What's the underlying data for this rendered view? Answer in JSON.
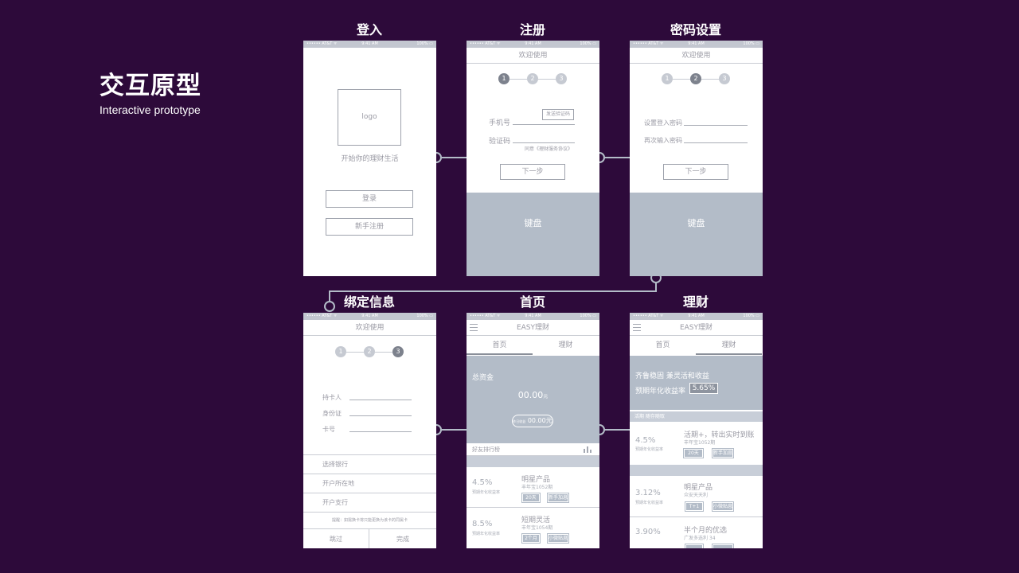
{
  "header": {
    "title_zh": "交互原型",
    "title_en": "Interactive prototype"
  },
  "statusbar": {
    "carrier": "•••••• AT&T ᯤ",
    "time": "9:41 AM",
    "battery": "100% ▭"
  },
  "screens": {
    "login": {
      "title": "登入",
      "logo": "logo",
      "tagline": "开始你的理财生活",
      "login_btn": "登录",
      "register_btn": "新手注册"
    },
    "register": {
      "title": "注册",
      "nav": "欢迎使用",
      "steps": [
        "1",
        "2",
        "3"
      ],
      "phone_label": "手机号",
      "send_code": "发送验证码",
      "code_label": "验证码",
      "agree": "同意《理财服务协议》",
      "next": "下一步",
      "keyboard": "键盘"
    },
    "password": {
      "title": "密码设置",
      "nav": "欢迎使用",
      "steps": [
        "1",
        "2",
        "3"
      ],
      "set_pwd": "设置登入密码",
      "confirm_pwd": "再次输入密码",
      "next": "下一步",
      "keyboard": "键盘"
    },
    "bind": {
      "title": "绑定信息",
      "nav": "欢迎使用",
      "steps": [
        "1",
        "2",
        "3"
      ],
      "holder": "持卡人",
      "id": "身份证",
      "card": "卡号",
      "bank": "选择银行",
      "location": "开户所在地",
      "branch": "开户支行",
      "tip": "提醒：如需换卡将只能更换为该卡的同属卡",
      "skip": "跳过",
      "done": "完成"
    },
    "home": {
      "title": "首页",
      "nav": "EASY理财",
      "tab1": "首页",
      "tab2": "理财",
      "total_label": "总资金",
      "total_value": "00.00",
      "total_unit": "元",
      "yesterday_label": "昨日收益",
      "yesterday_value": "00.00",
      "yesterday_unit": "元",
      "rank": "好友排行榜",
      "products": [
        {
          "pct": "4.5%",
          "pct_label": "预期年化收益率",
          "name": "明星产品",
          "sub": "丰年宝1052期",
          "tag1": "20天",
          "tag2": "新手加息"
        },
        {
          "pct": "8.5%",
          "pct_label": "预期年化收益率",
          "name": "短期灵活",
          "sub": "丰年宝1054期",
          "tag1": "2个月",
          "tag2": "小微贴息"
        }
      ]
    },
    "finance": {
      "title": "理财",
      "nav": "EASY理财",
      "tab1": "首页",
      "tab2": "理财",
      "banner_line1": "齐鲁稳固 兼灵活和收益",
      "banner_line2": "预期年化收益率",
      "banner_rate": "5.65%",
      "section": "活期 随存随取",
      "products": [
        {
          "pct": "4.5%",
          "pct_label": "预期年化收益率",
          "name": "活期+，转出实时到账",
          "sub": "丰年宝1052期",
          "tag1": "20天",
          "tag2": "新手加息"
        },
        {
          "pct": "3.12%",
          "pct_label": "预期年化收益率",
          "name": "明星产品",
          "sub": "众安天天利",
          "tag1": "T+1",
          "tag2": "小微贴息"
        },
        {
          "pct": "3.90%",
          "name": "半个月的优选",
          "sub": "广发多选利 34"
        }
      ]
    }
  }
}
